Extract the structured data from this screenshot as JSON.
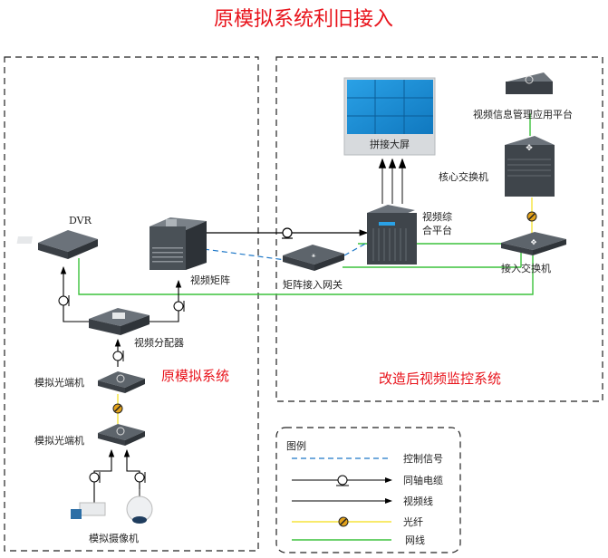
{
  "title": "原模拟系统利旧接入",
  "regions": {
    "old_system_label": "原模拟系统",
    "new_system_label": "改造后视频监控系统"
  },
  "devices": {
    "dvr": "DVR",
    "matrix": "视频矩阵",
    "splitter": "视频分配器",
    "optical_transceiver_1": "模拟光端机",
    "optical_transceiver_2": "模拟光端机",
    "analog_camera": "模拟摄像机",
    "video_wall": "拼接大屏",
    "vms_platform": "视频信息管理应用平台",
    "core_switch": "核心交换机",
    "integrated_platform_line1": "视频综",
    "integrated_platform_line2": "合平台",
    "access_switch": "接入交换机",
    "matrix_gateway": "矩阵接入网关"
  },
  "legend": {
    "title": "图例",
    "items": [
      {
        "label": "控制信号",
        "style": "dashed",
        "color": "#1f78c8"
      },
      {
        "label": "同轴电缆",
        "style": "coax",
        "color": "#000000"
      },
      {
        "label": "视频线",
        "style": "arrow",
        "color": "#000000"
      },
      {
        "label": "光纤",
        "style": "fiber",
        "color": "#f5e33c"
      },
      {
        "label": "网线",
        "style": "solid",
        "color": "#3cc23c"
      }
    ]
  },
  "colors": {
    "title": "#e8131b",
    "control": "#1f78c8",
    "network": "#3cc23c",
    "fiber": "#f5e33c",
    "device": "#4a5058",
    "screen": "#1a8fd6"
  }
}
